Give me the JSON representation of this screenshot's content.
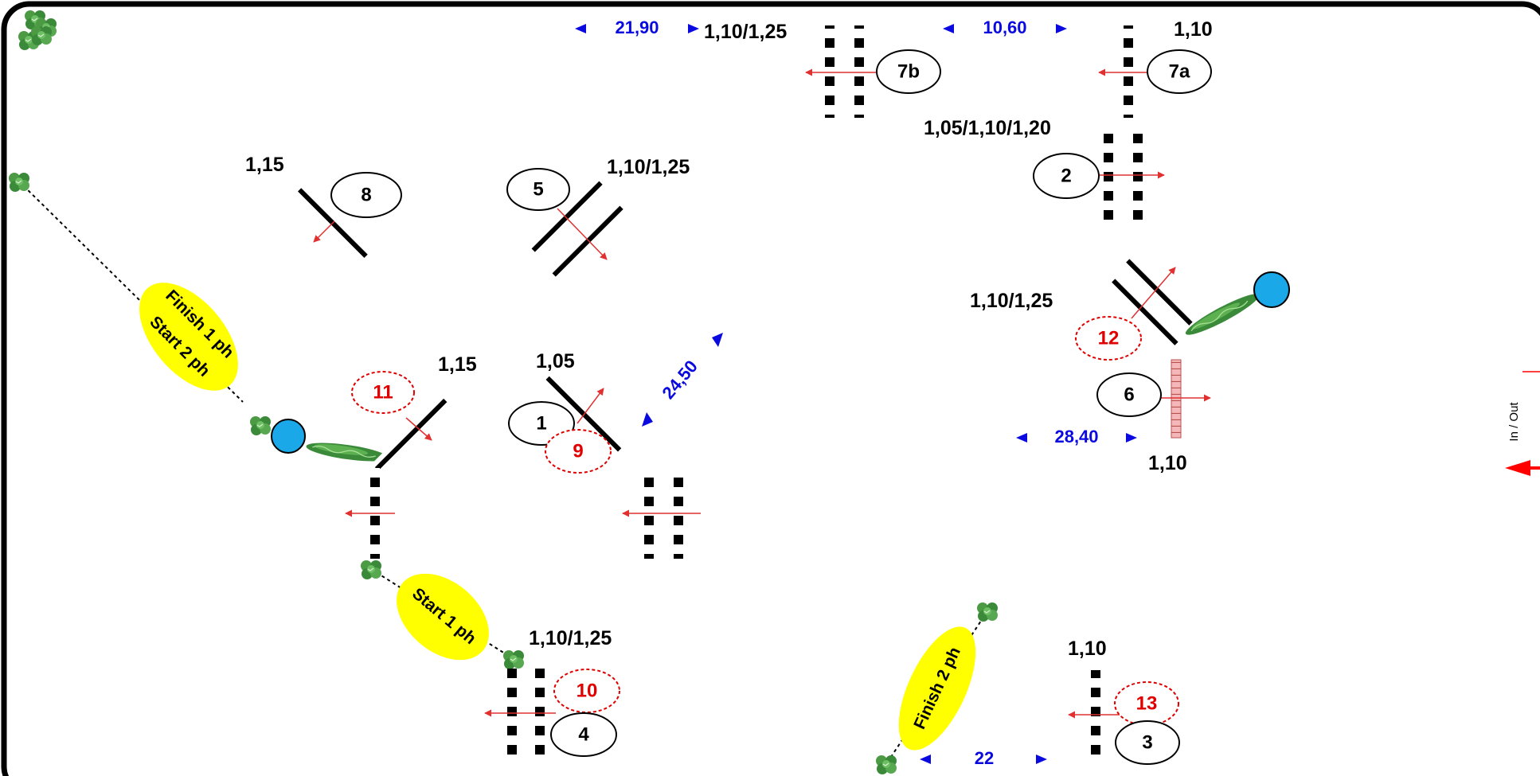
{
  "colors": {
    "border": "#000000",
    "rail_black": "#000000",
    "rail_white": "#ffffff",
    "direction_arrow": "#e03030",
    "distance_text": "#0a0ae0",
    "combination_number": "#e00000",
    "phase_ellipse": "#ffff00",
    "water_circle": "#1aa8e8",
    "wall_fill": "#f5b8b8",
    "shrub": "#3a8a3a",
    "in_out_arrow": "#ff0000"
  },
  "obstacles": {
    "o1": {
      "number": "1",
      "height": "1,05"
    },
    "o2": {
      "number": "2",
      "height": "1,05/1,10/1,20"
    },
    "o3": {
      "number": "3",
      "height": "1,10"
    },
    "o4": {
      "number": "4",
      "height": "1,10/1,25"
    },
    "o5": {
      "number": "5",
      "height": "1,10/1,25"
    },
    "o6": {
      "number": "6",
      "height": "1,10"
    },
    "o7a": {
      "number": "7a",
      "height": "1,10"
    },
    "o7b": {
      "number": "7b",
      "height": "1,10/1,25"
    },
    "o8": {
      "number": "8",
      "height": "1,15"
    },
    "o9": {
      "number": "9"
    },
    "o10": {
      "number": "10"
    },
    "o11": {
      "number": "11",
      "height": "1,15"
    },
    "o12": {
      "number": "12",
      "height": "1,10/1,25"
    },
    "o13": {
      "number": "13"
    }
  },
  "distances": {
    "d1": "21,90",
    "d2": "10,60",
    "d3": "24,50",
    "d4": "28,40",
    "d5": "22"
  },
  "phases": {
    "finish1_line1": "Finish 1 ph",
    "finish1_line2": "Start 2 ph",
    "start1": "Start 1 ph",
    "finish2": "Finish 2 ph"
  },
  "in_out": "In / Out"
}
